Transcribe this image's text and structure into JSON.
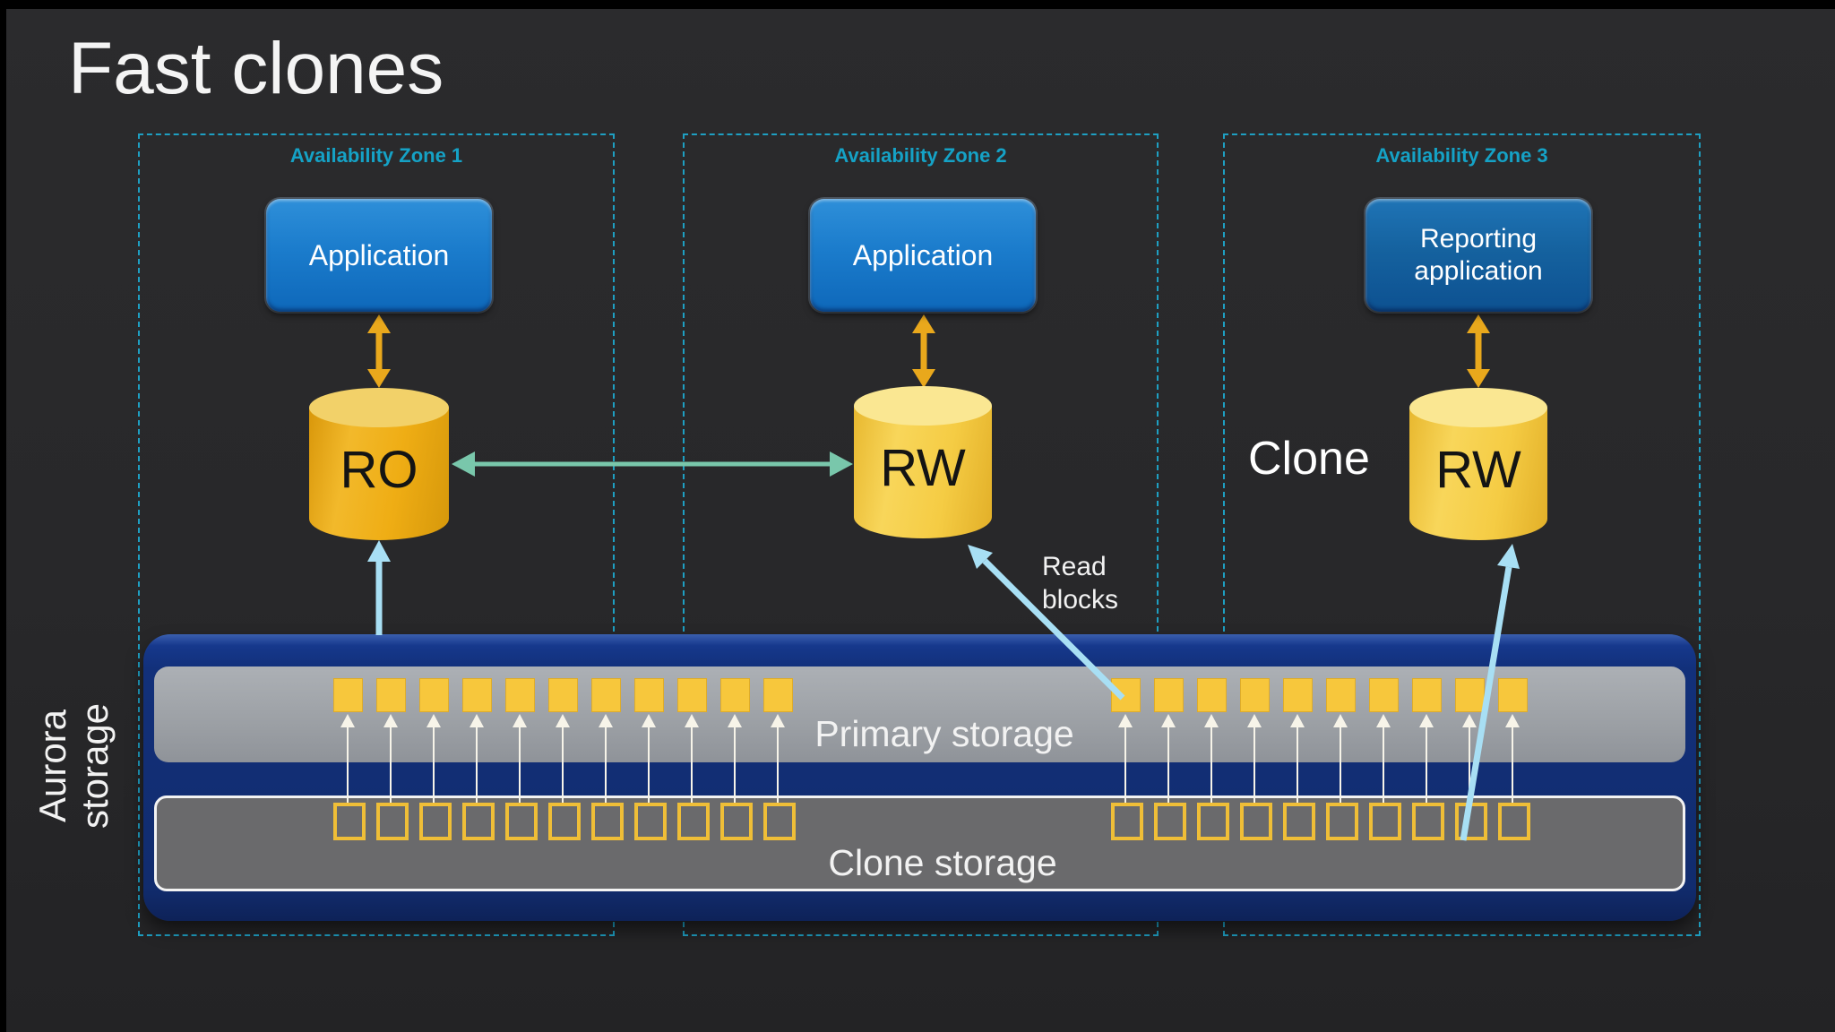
{
  "slide": {
    "title": "Fast clones"
  },
  "zones": [
    {
      "label": "Availability Zone 1",
      "app": "Application",
      "db": "RO"
    },
    {
      "label": "Availability Zone 2",
      "app": "Application",
      "db": "RW"
    },
    {
      "label": "Availability Zone 3",
      "app": "Reporting application",
      "db": "RW"
    }
  ],
  "annotations": {
    "clone": "Clone",
    "read_blocks": "Read blocks",
    "aurora_storage": "Aurora storage"
  },
  "storage": {
    "primary_label": "Primary storage",
    "clone_label": "Clone storage",
    "primary_block_count_left": 11,
    "primary_block_count_right": 10,
    "clone_block_count_left": 11,
    "clone_block_count_right": 10
  },
  "colors": {
    "zone_border": "#1e9fc2",
    "zone_label": "#15a2c6",
    "app_blue_top": "#2e8fd9",
    "app_blue_bottom": "#0e68ba",
    "reporting_blue_top": "#1f74b6",
    "reporting_blue_bottom": "#0d5191",
    "db_gold": "#efad14",
    "db_yellow": "#f5cc44",
    "orange_arrow": "#e9a81c",
    "green_arrow": "#79c7ab",
    "blue_arrow": "#a8dff4",
    "block_fill": "#f7c73c",
    "block_stroke": "#efbe37",
    "storage_navy": "#12307a",
    "primary_bar": "#9da1a6",
    "clone_bar": "#6a6a6c",
    "copy_arrow": "#f7f4e9"
  }
}
